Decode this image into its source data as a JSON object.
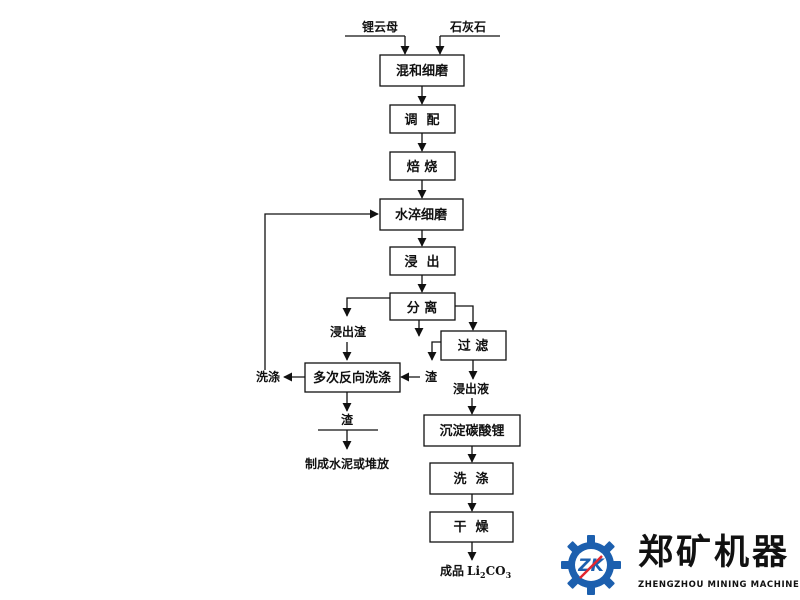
{
  "inputs": {
    "lepidolite": "锂云母",
    "limestone": "石灰石"
  },
  "steps": {
    "mix_grind": "混和细磨",
    "blend": "调  配",
    "roast": "焙 烧",
    "water_grind": "水淬细磨",
    "leach": "浸  出",
    "separate": "分 离",
    "filter": "过 滤",
    "multi_wash": "多次反向洗涤",
    "precipitate": "沉淀碳酸锂",
    "wash": "洗  涤",
    "dry": "干  燥"
  },
  "labels": {
    "leach_residue": "浸出渣",
    "residue_right": "渣",
    "wash_left": "洗涤",
    "residue_bottom": "渣",
    "cement": "制成水泥或堆放",
    "leach_liquid": "浸出液",
    "product_prefix": "成品",
    "product_li": "Li",
    "product_li_sub": "2",
    "product_co": "CO",
    "product_co_sub": "3"
  },
  "logo": {
    "badge": "ZK",
    "name_cn": "郑矿机器",
    "name_en": "ZHENGZHOU MINING MACHINERY",
    "gear_color": "#1c5fae",
    "accent_color": "#e3262f"
  }
}
